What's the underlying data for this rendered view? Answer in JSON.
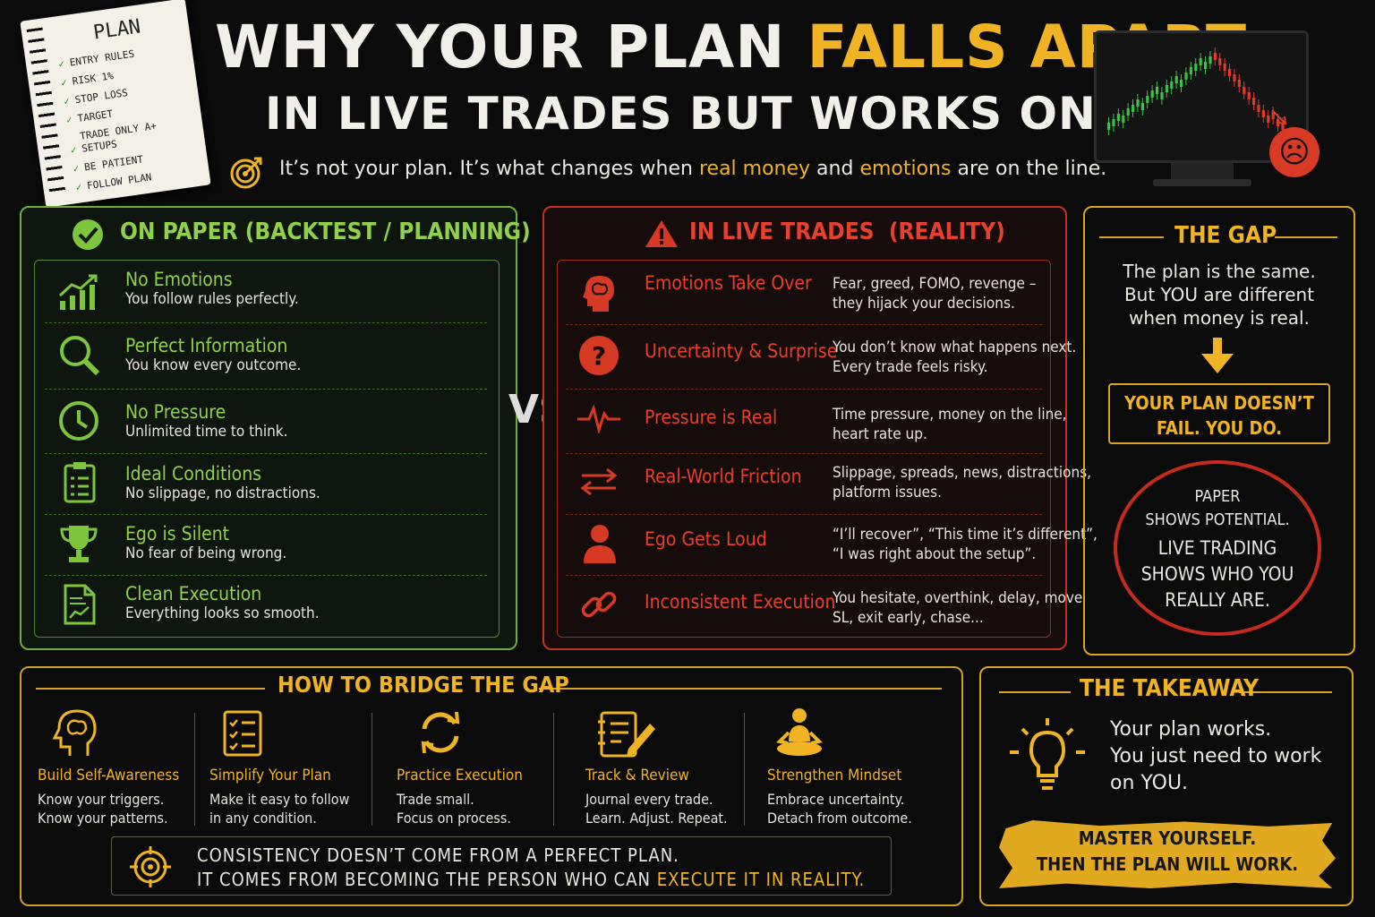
{
  "header": {
    "title_part1": "WHY YOUR PLAN ",
    "title_highlight": "FALLS APART",
    "title_line2": "IN LIVE TRADES BUT WORKS ON PAPER",
    "subtitle_part1": "It’s not your plan. It’s what changes when ",
    "subtitle_hl1": "real money",
    "subtitle_part2": " and ",
    "subtitle_hl2": "emotions",
    "subtitle_part3": " are on the line."
  },
  "notepad": {
    "heading": "PLAN",
    "items": [
      "ENTRY RULES",
      "RISK 1%",
      "STOP LOSS",
      "TARGET",
      "TRADE ONLY A+ SETUPS",
      "BE PATIENT",
      "FOLLOW PLAN"
    ]
  },
  "paper": {
    "heading": "ON PAPER (BACKTEST / PLANNING)",
    "rows": [
      {
        "title": "No Emotions",
        "desc": "You follow rules perfectly."
      },
      {
        "title": "Perfect Information",
        "desc": "You know every outcome."
      },
      {
        "title": "No Pressure",
        "desc": "Unlimited time to think."
      },
      {
        "title": "Ideal Conditions",
        "desc": "No slippage, no distractions."
      },
      {
        "title": "Ego is Silent",
        "desc": "No fear of being wrong."
      },
      {
        "title": "Clean Execution",
        "desc": "Everything looks so smooth."
      }
    ]
  },
  "vs": "VS",
  "live": {
    "heading": "IN LIVE TRADES  (REALITY)",
    "rows": [
      {
        "title": "Emotions Take Over",
        "desc1": "Fear, greed, FOMO, revenge –",
        "desc2": "they hijack your decisions."
      },
      {
        "title": "Uncertainty & Surprise",
        "desc1": "You don’t know what happens next.",
        "desc2": "Every trade feels risky."
      },
      {
        "title": "Pressure is Real",
        "desc1": "Time pressure, money on the line,",
        "desc2": "heart rate up."
      },
      {
        "title": "Real-World Friction",
        "desc1": "Slippage, spreads, news, distractions,",
        "desc2": "platform issues."
      },
      {
        "title": "Ego Gets Loud",
        "desc1": "“I’ll recover”, “This time it’s different”,",
        "desc2": "“I was right about the setup”."
      },
      {
        "title": "Inconsistent Execution",
        "desc1": "You hesitate, overthink, delay, move",
        "desc2": "SL, exit early, chase..."
      }
    ]
  },
  "gap": {
    "heading": "THE GAP",
    "line1": "The plan is the same.",
    "line2": "But YOU are different",
    "line3": "when money is real.",
    "box1": "YOUR PLAN DOESN’T",
    "box2": "FAIL. YOU DO.",
    "circle1": "PAPER",
    "circle2": "SHOWS POTENTIAL.",
    "circle3": "LIVE TRADING",
    "circle4": "SHOWS WHO YOU",
    "circle5": "REALLY ARE."
  },
  "bridge": {
    "heading": "HOW TO BRIDGE THE GAP",
    "steps": [
      {
        "title": "Build Self-Awareness",
        "d1": "Know your triggers.",
        "d2": "Know your patterns."
      },
      {
        "title": "Simplify Your Plan",
        "d1": "Make it easy to follow",
        "d2": "in any condition."
      },
      {
        "title": "Practice Execution",
        "d1": "Trade small.",
        "d2": "Focus on process."
      },
      {
        "title": "Track & Review",
        "d1": "Journal every trade.",
        "d2": "Learn. Adjust. Repeat."
      },
      {
        "title": "Strengthen Mindset",
        "d1": "Embrace uncertainty.",
        "d2": "Detach from outcome."
      }
    ],
    "consistency1": "CONSISTENCY DOESN’T COME FROM A PERFECT PLAN.",
    "consistency2a": "IT COMES FROM BECOMING THE PERSON WHO CAN ",
    "consistency2b": "EXECUTE IT IN REALITY."
  },
  "takeaway": {
    "heading": "THE TAKEAWAY",
    "line1": "Your plan works.",
    "line2": "You just need to work",
    "line3": "on YOU.",
    "brush1": "MASTER YOURSELF.",
    "brush2": "THEN THE PLAN WILL WORK."
  },
  "colors": {
    "green": "#8fd14a",
    "red": "#e8402e",
    "yellow": "#f0b323",
    "background": "#0b0b0b"
  },
  "icons": [
    "target-icon",
    "check-circle-icon",
    "warning-icon",
    "bar-chart-icon",
    "search-icon",
    "clock-icon",
    "clipboard-icon",
    "trophy-icon",
    "document-chart-icon",
    "brain-head-icon",
    "question-icon",
    "heartbeat-icon",
    "arrows-exchange-icon",
    "person-icon",
    "broken-link-icon",
    "arrow-down-icon",
    "lightbulb-icon",
    "checklist-icon",
    "refresh-icon",
    "journal-pen-icon",
    "meditation-icon",
    "crosshair-icon",
    "sad-face-icon",
    "candlestick-chart-icon"
  ]
}
